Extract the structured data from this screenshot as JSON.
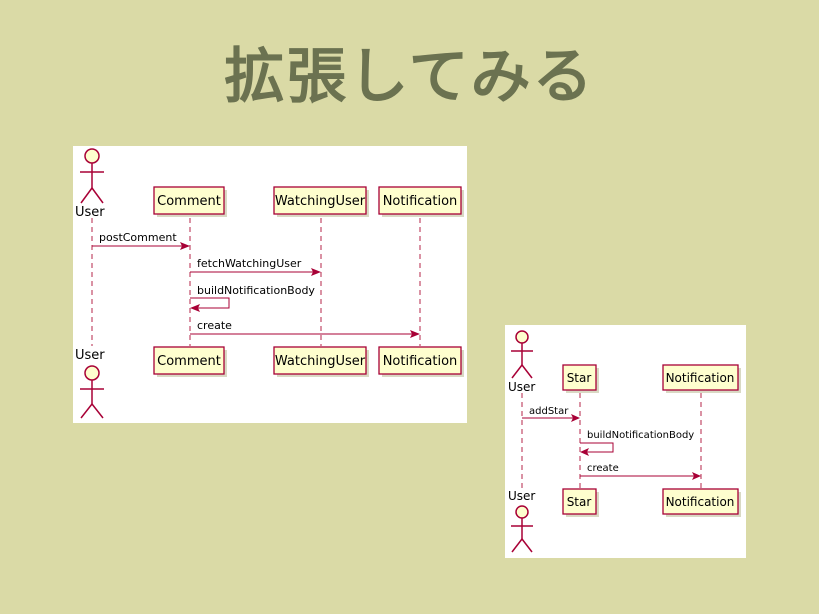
{
  "slide": {
    "title": "拡張してみる"
  },
  "diagrams": [
    {
      "participants": [
        "User",
        "Comment",
        "WatchingUser",
        "Notification"
      ],
      "messages": [
        {
          "label": "postComment"
        },
        {
          "label": "fetchWatchingUser"
        },
        {
          "label": "buildNotificationBody"
        },
        {
          "label": "create"
        }
      ]
    },
    {
      "participants": [
        "User",
        "Star",
        "Notification"
      ],
      "messages": [
        {
          "label": "addStar"
        },
        {
          "label": "buildNotificationBody"
        },
        {
          "label": "create"
        }
      ]
    }
  ],
  "colors": {
    "background": "#dadaa6",
    "title": "#6b7250",
    "accent": "#a80036",
    "box_fill": "#fefece"
  }
}
